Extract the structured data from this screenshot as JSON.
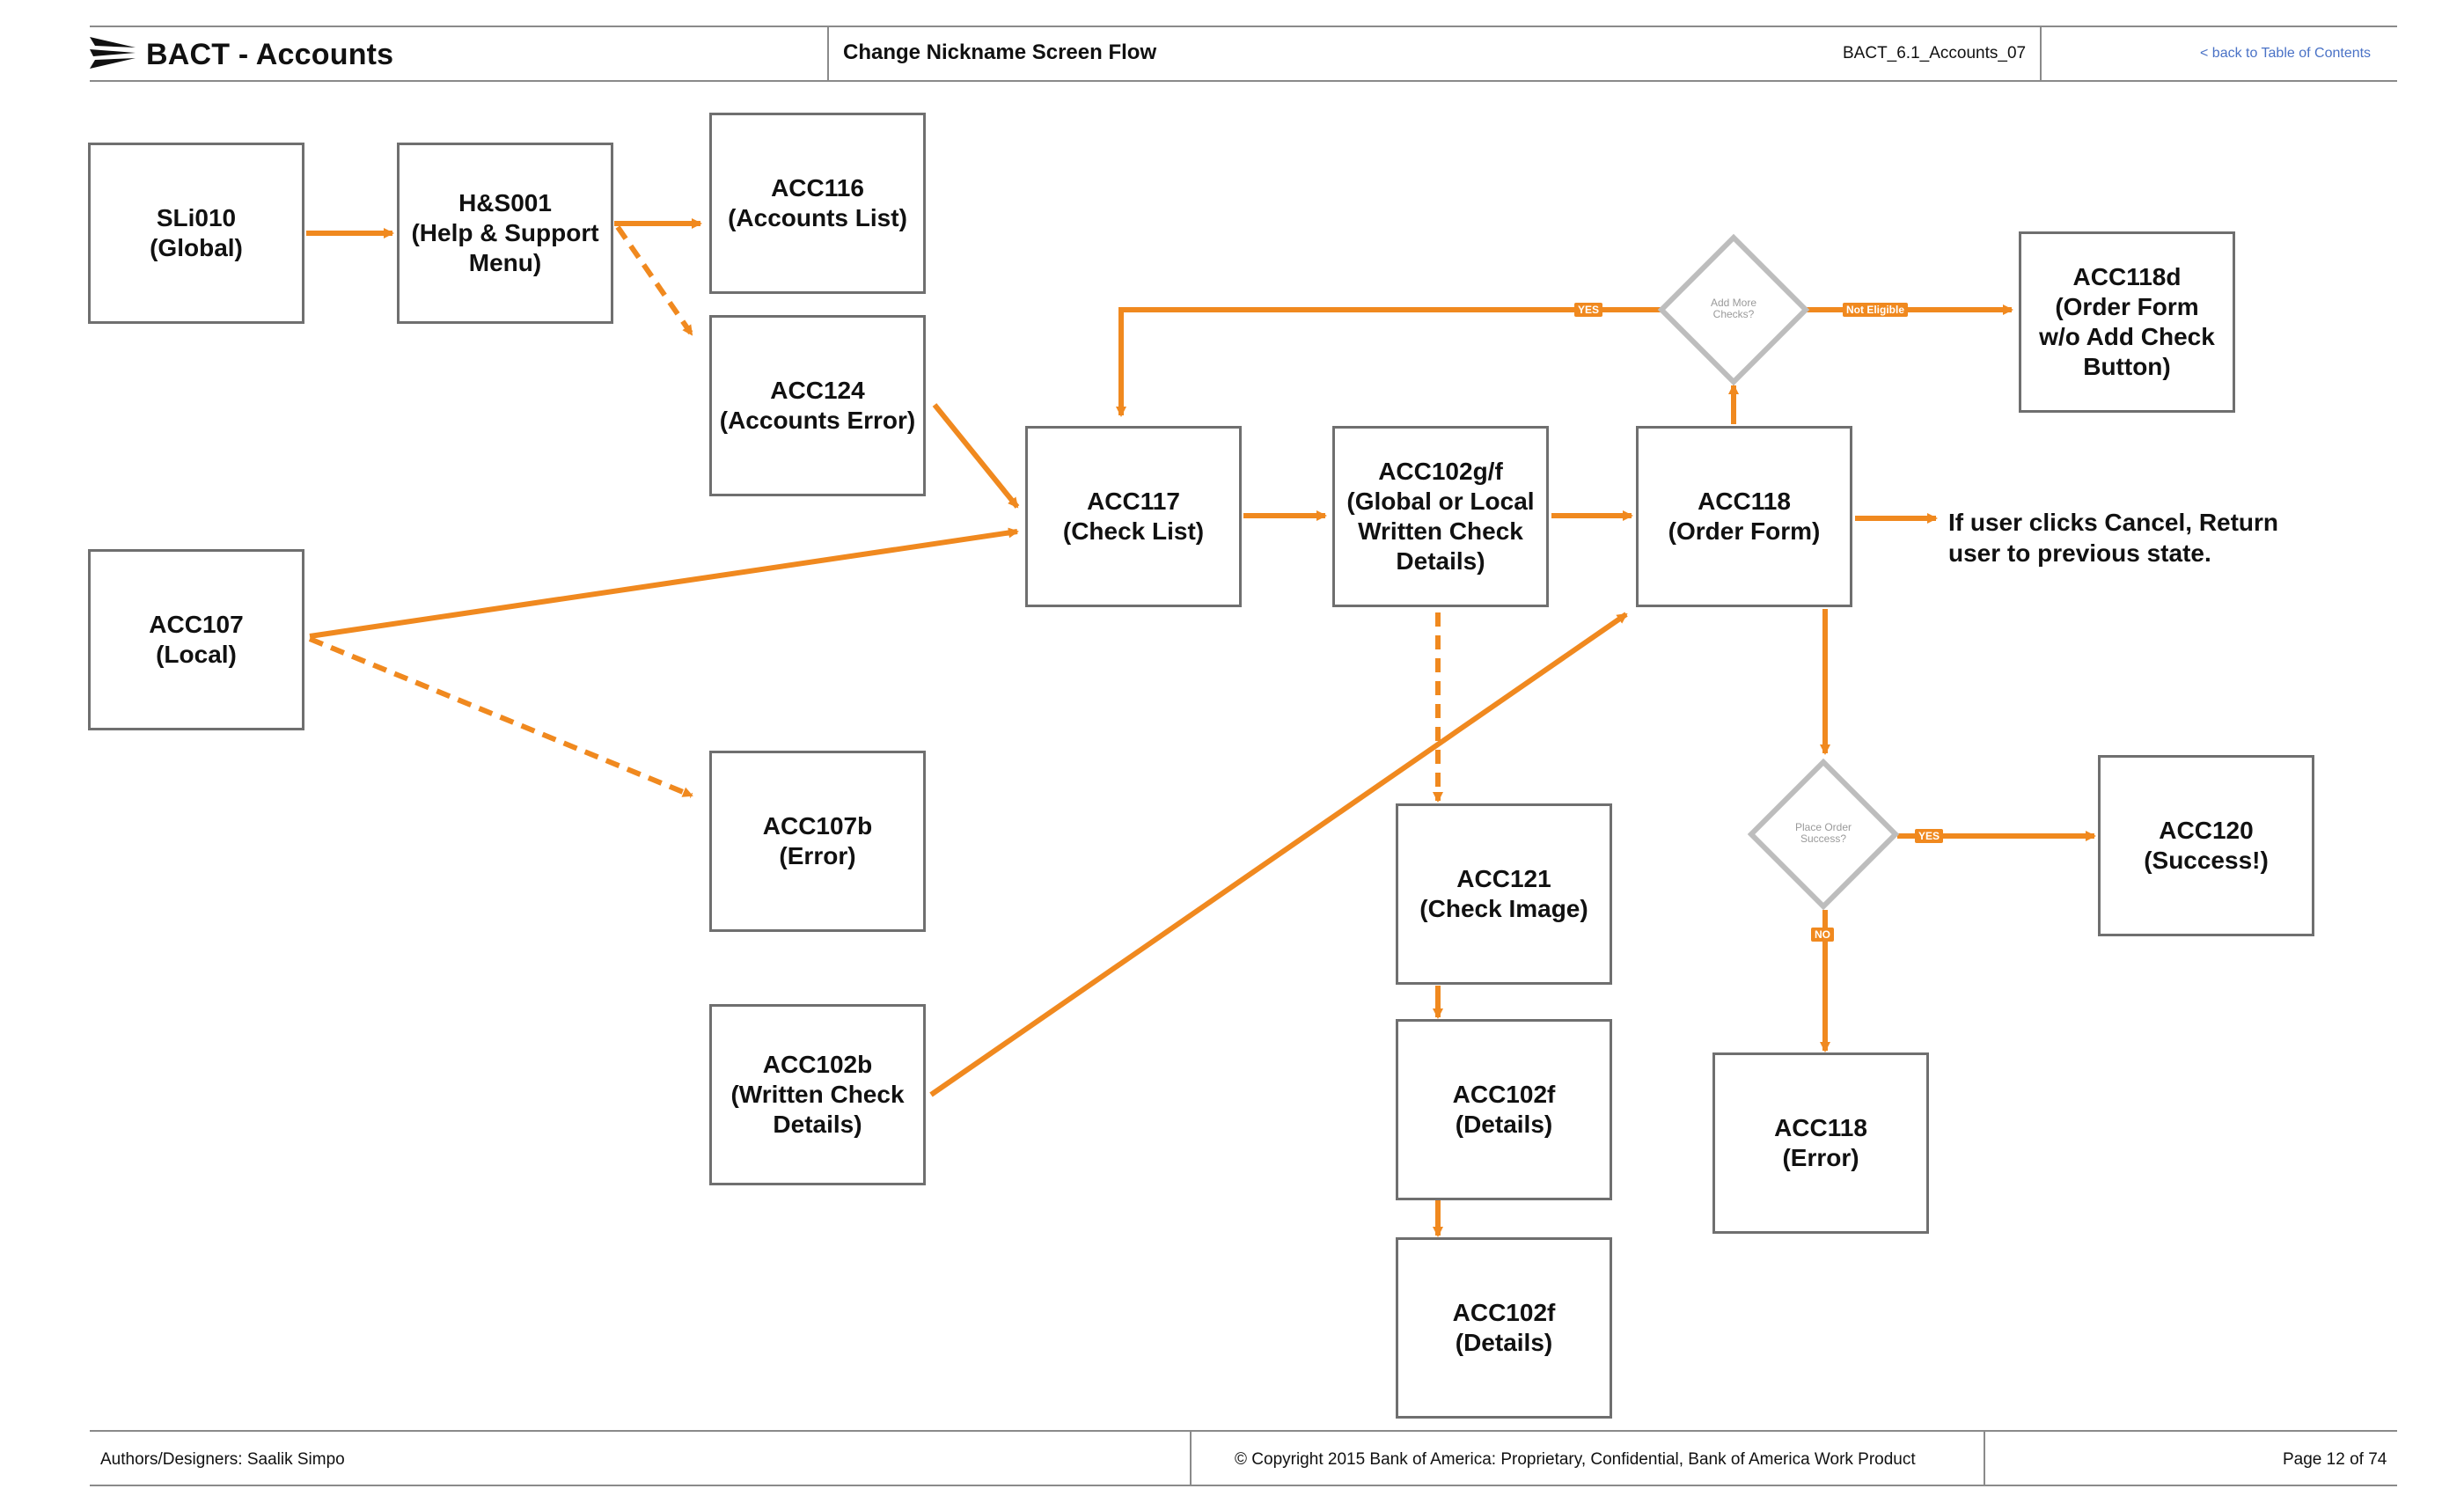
{
  "header": {
    "brand_title": "BACT - Accounts",
    "doc_title": "Change Nickname Screen Flow",
    "doc_code": "BACT_6.1_Accounts_07",
    "toc_link": "< back to Table of Contents"
  },
  "colors": {
    "accent": "#f0891f",
    "box_border": "#6f6f6f",
    "diamond_border": "#bdbdbd"
  },
  "boxes": {
    "sli010": "SLi010\n(Global)",
    "hs001": "H&S001\n(Help & Support\nMenu)",
    "acc116": "ACC116\n(Accounts List)",
    "acc124": "ACC124\n(Accounts Error)",
    "acc107": "ACC107\n(Local)",
    "acc107b": "ACC107b\n(Error)",
    "acc102b": "ACC102b\n(Written Check\nDetails)",
    "acc117": "ACC117\n(Check List)",
    "acc102gf": "ACC102g/f\n(Global or Local\nWritten Check\nDetails)",
    "acc118": "ACC118\n(Order Form)",
    "acc118d": "ACC118d\n(Order Form\nw/o Add Check\nButton)",
    "acc121": "ACC121\n(Check Image)",
    "acc102f_a": "ACC102f\n(Details)",
    "acc102f_b": "ACC102f\n(Details)",
    "acc118_err": "ACC118\n(Error)",
    "acc120": "ACC120\n(Success!)"
  },
  "diamonds": {
    "add_more": "Add More\nChecks?",
    "place_order": "Place Order\nSuccess?"
  },
  "edge_labels": {
    "yes_add_more": "YES",
    "not_eligible": "Not Eligible",
    "yes_place_order": "YES",
    "no_place_order": "NO"
  },
  "note": "If user clicks Cancel, Return\nuser to previous state.",
  "footer": {
    "authors": "Authors/Designers:  Saalik Simpo",
    "copyright": "© Copyright 2015 Bank of America: Proprietary, Confidential, Bank of America Work Product",
    "page": "Page 12  of 74"
  }
}
